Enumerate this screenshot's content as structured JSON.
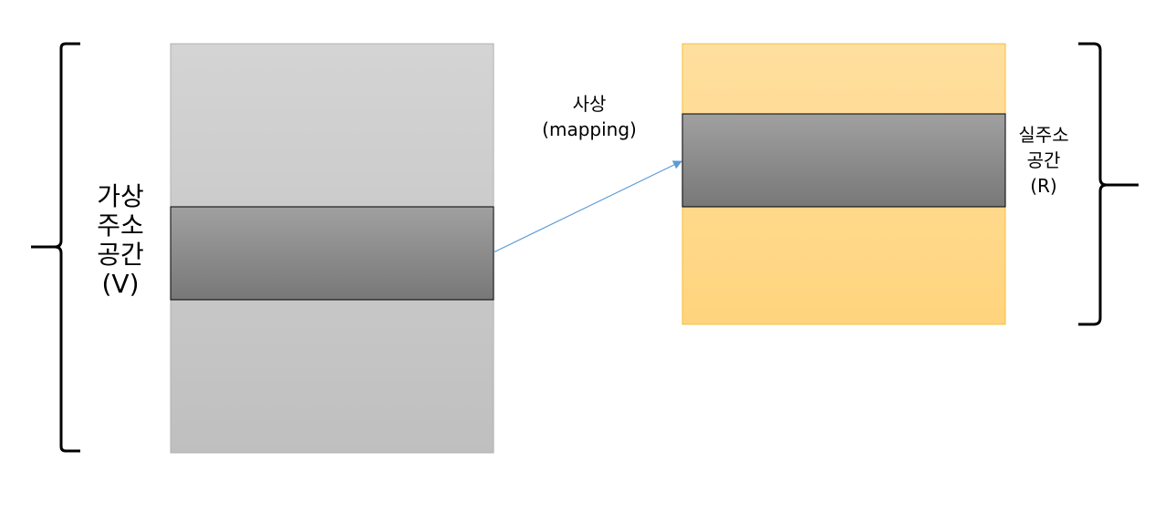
{
  "virtual_space": {
    "label_lines": [
      "가상",
      "주소",
      "공간",
      "(V)"
    ]
  },
  "mapping": {
    "label_lines": [
      "사상",
      "(mapping)"
    ]
  },
  "real_space": {
    "label_lines": [
      "실주소",
      "공간",
      "(R)"
    ]
  },
  "colors": {
    "virtual_fill_top": "#d4d4d4",
    "virtual_fill_bottom": "#bfbfbf",
    "real_fill_top": "#ffdf9f",
    "real_fill_bottom": "#ffd47d",
    "real_border": "#f3c03c",
    "mapped_block_top": "#a0a0a0",
    "mapped_block_bottom": "#787878",
    "arrow": "#5b9bd5",
    "brace": "#000000"
  }
}
